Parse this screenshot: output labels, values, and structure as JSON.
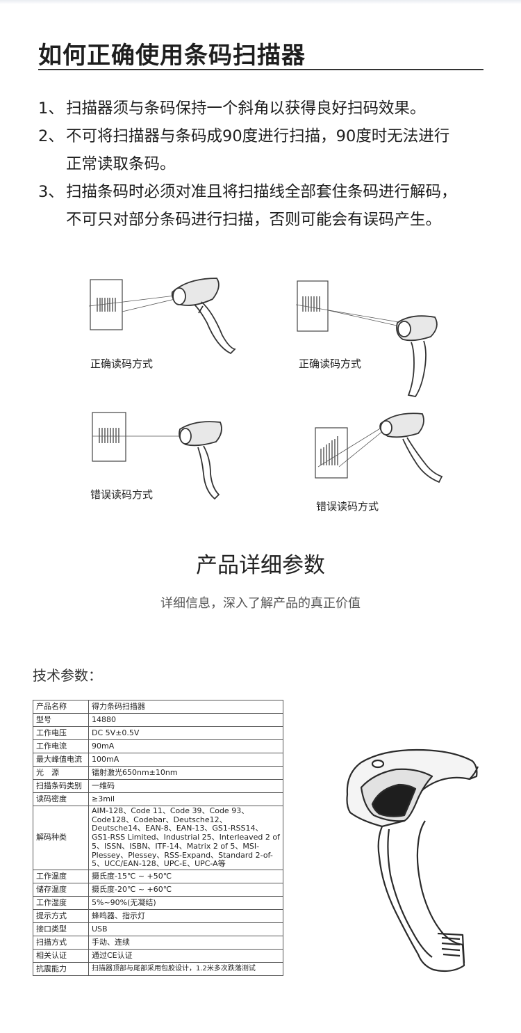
{
  "heading": "如何正确使用条码扫描器",
  "tips": [
    {
      "num": "1、",
      "lines": [
        "扫描器须与条码保持一个斜角以获得良好扫码效果。"
      ]
    },
    {
      "num": "2、",
      "lines": [
        "不可将扫描器与条码成90度进行扫描，90度时无法进行",
        "正常读取条码。"
      ]
    },
    {
      "num": "3、",
      "lines": [
        "扫描条码时必须对准且将扫描线全部套住条码进行解码，",
        "不可只对部分条码进行扫描，否则可能会有误码产生。"
      ]
    }
  ],
  "diagrams": {
    "correct1": "正确读码方式",
    "correct2": "正确读码方式",
    "wrong1": "错误读码方式",
    "wrong2": "错误读码方式"
  },
  "section": {
    "title": "产品详细参数",
    "subtitle": "详细信息，深入了解产品的真正价值"
  },
  "tech_label": "技术参数：",
  "specs": [
    {
      "key": "产品名称",
      "value": "得力条码扫描器"
    },
    {
      "key": "型号",
      "value": "14880"
    },
    {
      "key": "工作电压",
      "value": "DC 5V±0.5V"
    },
    {
      "key": "工作电流",
      "value": "90mA"
    },
    {
      "key": "最大峰值电流",
      "value": "100mA"
    },
    {
      "key": "光　源",
      "value": "镭射激光650nm±10nm"
    },
    {
      "key": "扫描条码类别",
      "value": "一维码"
    },
    {
      "key": "读码密度",
      "value": "≥3mil"
    },
    {
      "key": "解码种类",
      "value": "AIM-128、Code 11、Code 39、Code 93、Code128、Codebar、Deutsche12、Deutsche14、EAN-8、EAN-13、GS1-RSS14、GS1-RSS Limited、Industrial 25、Interleaved 2 of 5、ISSN、ISBN、ITF-14、Matrix 2 of 5、MSI-Plessey、Plessey、RSS-Expand、Standard 2-of-5、UCC/EAN-128、UPC-E、UPC-A等"
    },
    {
      "key": "工作温度",
      "value": "摄氏度-15℃ ~ +50℃"
    },
    {
      "key": "储存温度",
      "value": "摄氏度-20℃ ~ +60℃"
    },
    {
      "key": "工作湿度",
      "value": "5%~90%(无凝结)"
    },
    {
      "key": "提示方式",
      "value": "蜂鸣器、指示灯"
    },
    {
      "key": "接口类型",
      "value": "USB"
    },
    {
      "key": "扫描方式",
      "value": "手动、连续"
    },
    {
      "key": "相关认证",
      "value": "通过CE认证"
    },
    {
      "key": "抗震能力",
      "value": "扫描器顶部与尾部采用包胶设计，1.2米多次跌落测试"
    }
  ]
}
